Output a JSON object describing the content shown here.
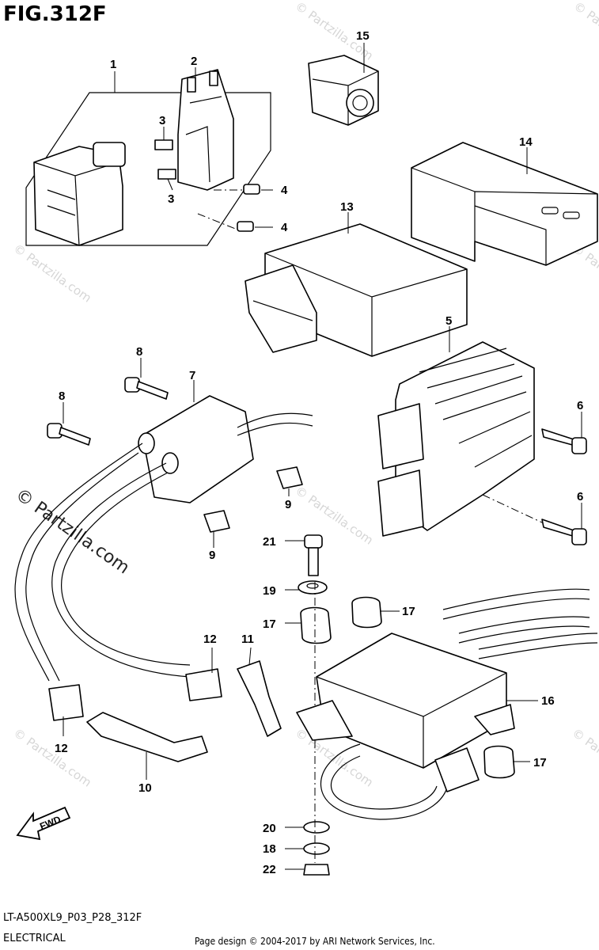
{
  "figure_title": "FIG.312F",
  "model_code": "LT-A500XL9_P03_P28_312F",
  "section": "ELECTRICAL",
  "copyright": "Page design © 2004-2017 by ARI Network Services, Inc.",
  "watermark": "© Partzilla.com",
  "fwd_label": "FWD",
  "callouts": {
    "c1": "1",
    "c2": "2",
    "c3a": "3",
    "c3b": "3",
    "c4a": "4",
    "c4b": "4",
    "c5": "5",
    "c6a": "6",
    "c6b": "6",
    "c7": "7",
    "c8a": "8",
    "c8b": "8",
    "c9a": "9",
    "c9b": "9",
    "c10": "10",
    "c11": "11",
    "c12a": "12",
    "c12b": "12",
    "c13": "13",
    "c14": "14",
    "c15": "15",
    "c16": "16",
    "c17a": "17",
    "c17b": "17",
    "c17c": "17",
    "c18": "18",
    "c19": "19",
    "c20": "20",
    "c21": "21",
    "c22": "22"
  }
}
